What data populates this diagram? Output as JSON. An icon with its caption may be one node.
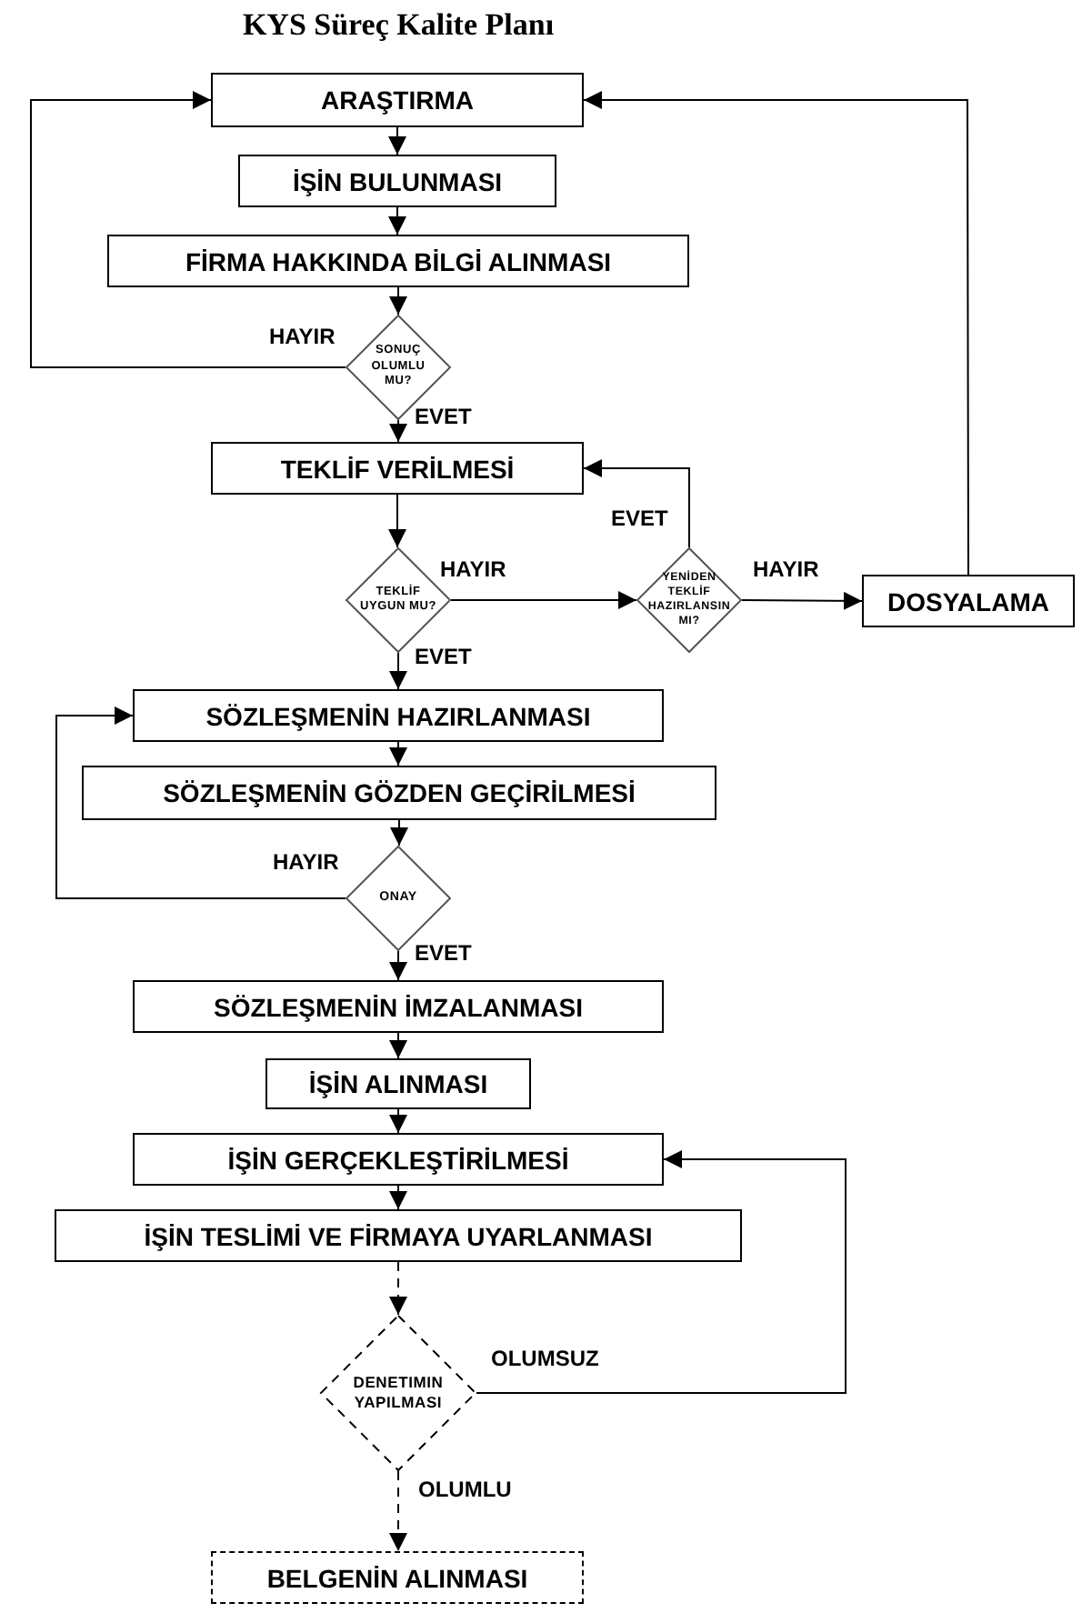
{
  "diagram": {
    "title": "KYS Süreç Kalite Planı",
    "nodes": [
      {
        "text": [
          "ARAŞTIRMA"
        ]
      },
      {
        "text": [
          "İŞİN BULUNMASI"
        ]
      },
      {
        "text": [
          "FİRMA HAKKINDA BİLGİ ALINMASI"
        ]
      },
      {
        "text": [
          "SONUÇ OLUMLU MU?"
        ]
      },
      {
        "text": [
          "TEKLİF VERİLMESİ"
        ]
      },
      {
        "text": [
          "TEKLİF UYGUN MU?"
        ]
      },
      {
        "text": [
          "YENİDEN TEKLİF HAZIRLANSIN MI?"
        ]
      },
      {
        "text": [
          "DOSYALAMA"
        ]
      },
      {
        "text": [
          "SÖZLEŞMENİN HAZIRLANMASI"
        ]
      },
      {
        "text": [
          "SÖZLEŞMENİN GÖZDEN GEÇİRİLMESİ"
        ]
      },
      {
        "text": [
          "ONAY"
        ]
      },
      {
        "text": [
          "SÖZLEŞMENİN İMZALANMASI"
        ]
      },
      {
        "text": [
          "İŞİN ALINMASI"
        ]
      },
      {
        "text": [
          "İŞİN GERÇEKLEŞTİRİLMESİ"
        ]
      },
      {
        "text": [
          "İŞİN TESLİMİ VE FİRMAYA UYARLANMASI"
        ]
      },
      {
        "text": [
          "DENETIMIN YAPILMASI"
        ]
      },
      {
        "text": [
          "BELGENİN ALINMASI"
        ]
      }
    ],
    "edges": [
      {
        "from": 0,
        "to": 1,
        "arrow": "to"
      },
      {
        "from": 1,
        "to": 2,
        "arrow": "to"
      },
      {
        "from": 2,
        "to": 3,
        "arrow": "to"
      },
      {
        "from": 3,
        "to": 0,
        "arrow": "to",
        "label": "HAYIR"
      },
      {
        "from": 3,
        "to": 4,
        "arrow": "to",
        "label": "EVET"
      },
      {
        "from": 4,
        "to": 5,
        "arrow": "to"
      },
      {
        "from": 5,
        "to": 6,
        "arrow": "to",
        "label": "HAYIR"
      },
      {
        "from": 6,
        "to": 4,
        "arrow": "to",
        "label": "EVET"
      },
      {
        "from": 6,
        "to": 7,
        "arrow": "to",
        "label": "HAYIR"
      },
      {
        "from": 7,
        "to": 0,
        "arrow": "to"
      },
      {
        "from": 5,
        "to": 8,
        "arrow": "to",
        "label": "EVET"
      },
      {
        "from": 8,
        "to": 9,
        "arrow": "to"
      },
      {
        "from": 9,
        "to": 10,
        "arrow": "to"
      },
      {
        "from": 10,
        "to": 8,
        "arrow": "to",
        "label": "HAYIR"
      },
      {
        "from": 10,
        "to": 11,
        "arrow": "to",
        "label": "EVET"
      },
      {
        "from": 11,
        "to": 12,
        "arrow": "to"
      },
      {
        "from": 12,
        "to": 13,
        "arrow": "to"
      },
      {
        "from": 13,
        "to": 14,
        "arrow": "to"
      },
      {
        "from": 14,
        "to": 15,
        "arrow": "to",
        "style": "dashed"
      },
      {
        "from": 15,
        "to": 13,
        "arrow": "to",
        "label": "OLUMSUZ"
      },
      {
        "from": 15,
        "to": 16,
        "arrow": "to",
        "style": "dashed",
        "label": "OLUMLU"
      }
    ]
  }
}
